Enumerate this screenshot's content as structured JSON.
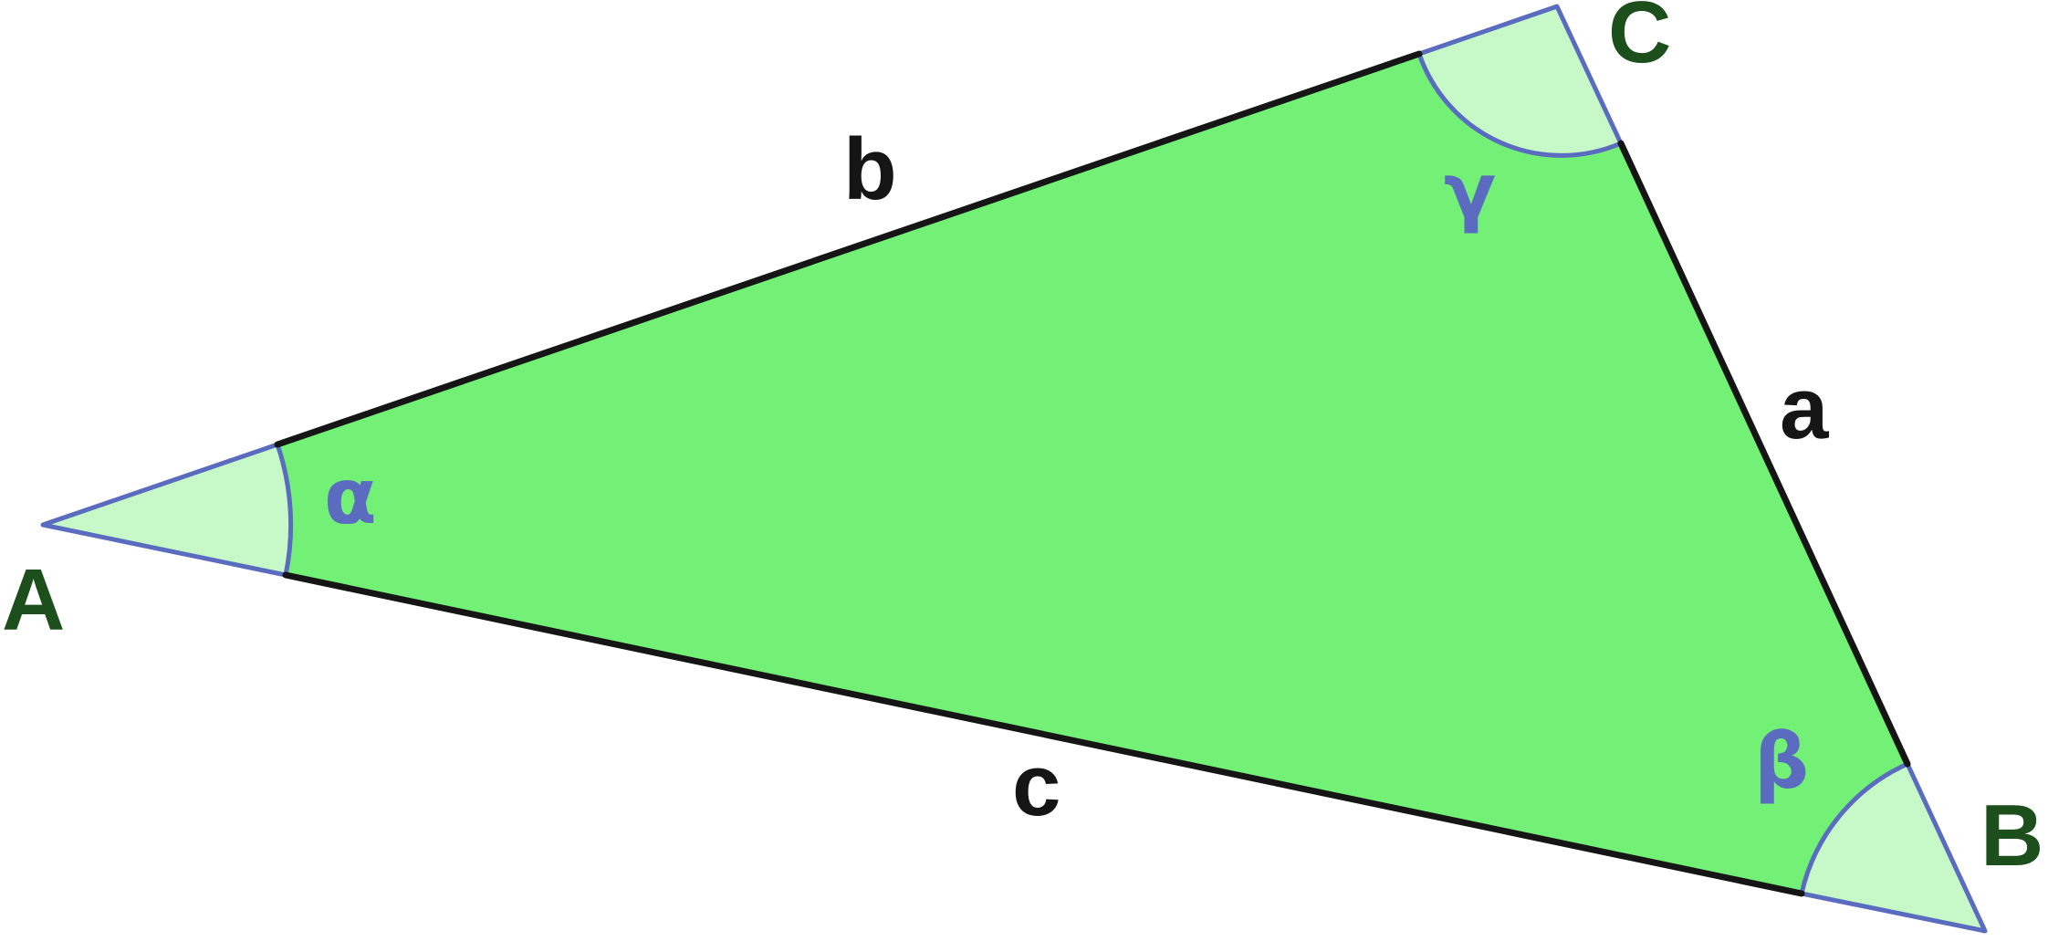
{
  "colors": {
    "triangle_fill": "#72f176",
    "angle_fill": "#c6f8c8",
    "edge": "#151515",
    "angle_arc": "#5a6bc0",
    "vertex_label": "#1d4f1d",
    "side_label": "#151515",
    "angle_label": "#5a6bc0"
  },
  "vertices": {
    "A": {
      "label": "A"
    },
    "B": {
      "label": "B"
    },
    "C": {
      "label": "C"
    }
  },
  "sides": {
    "a": {
      "label": "a"
    },
    "b": {
      "label": "b"
    },
    "c": {
      "label": "c"
    }
  },
  "angles": {
    "alpha": {
      "label": "α"
    },
    "beta": {
      "label": "β"
    },
    "gamma": {
      "label": "γ"
    }
  }
}
